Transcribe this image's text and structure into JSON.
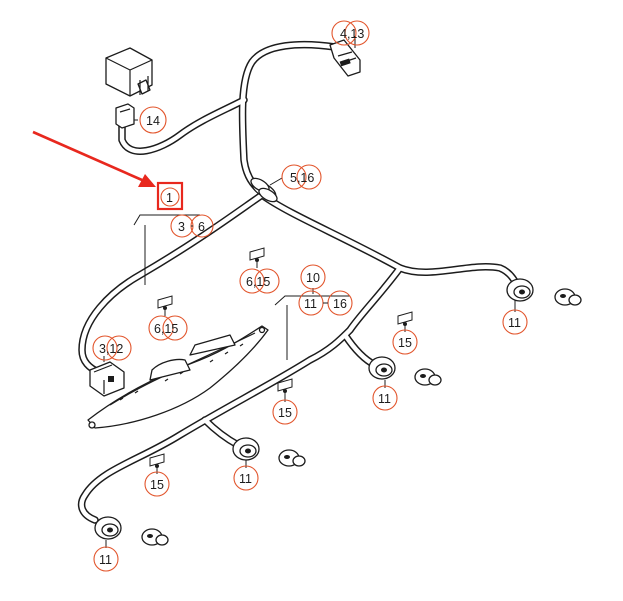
{
  "callouts": {
    "c_4_13": "4,13",
    "c_14": "14",
    "c_5_16": "5,16",
    "c_1": "1",
    "c_3_6_a": "3",
    "c_3_6_b": "6",
    "c_6_15_top": "6,15",
    "c_10": "10",
    "c_11_16_a": "11",
    "c_11_16_b": "16",
    "c_6_15_left": "6,15",
    "c_3_12": "3,12",
    "c_11_right": "11",
    "c_15_right": "15",
    "c_11_mid": "11",
    "c_15_mid": "15",
    "c_11_lower": "11",
    "c_15_lower": "15",
    "c_11_bottom": "11"
  },
  "colors": {
    "highlight": "#e8281e",
    "callout_circle": "#e2552c",
    "line": "#1c1c1c"
  },
  "icons": [
    "relay-icon",
    "connector-icon",
    "grommet-icon",
    "sensor-icon",
    "cable-tie-icon",
    "arrow-icon"
  ]
}
